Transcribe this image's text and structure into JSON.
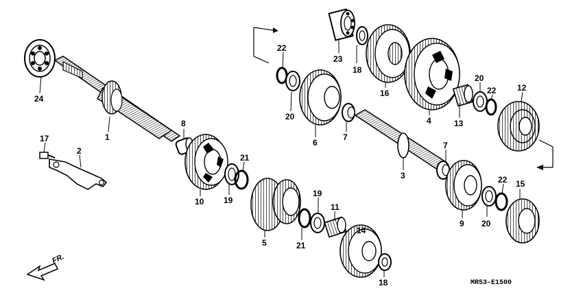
{
  "diagram": {
    "code": "MR53-E1500",
    "direction_label": "FR.",
    "part_numbers": [
      "1",
      "2",
      "3",
      "4",
      "5",
      "6",
      "7",
      "7",
      "8",
      "9",
      "10",
      "11",
      "12",
      "13",
      "14",
      "15",
      "16",
      "17",
      "18",
      "18",
      "19",
      "19",
      "20",
      "20",
      "20",
      "21",
      "21",
      "22",
      "22",
      "22",
      "23",
      "24"
    ]
  }
}
